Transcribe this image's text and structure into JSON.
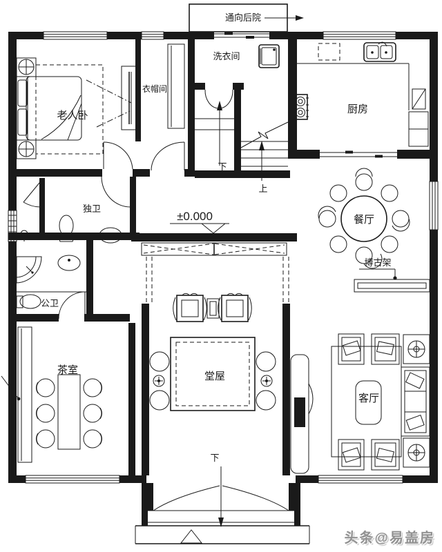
{
  "labels": {
    "back_exit": "通向后院",
    "laundry": "洗衣间",
    "elder_bedroom": "老人卧",
    "cloakroom": "衣帽间",
    "kitchen": "厨房",
    "ensuite_bath": "独卫",
    "elevation": "±0.000",
    "dining": "餐厅",
    "display_shelf": "博古架",
    "public_bath": "公卫",
    "main_hall": "堂屋",
    "tea_room": "茶室",
    "living_room": "客厅",
    "stair_hall_down": "下",
    "stairs_up": "上",
    "entrance_down": "下"
  },
  "watermark": "头条@易盖房",
  "colors": {
    "line": "#1a1a1a",
    "watermark_gray": "#929292",
    "background": "#ffffff"
  }
}
